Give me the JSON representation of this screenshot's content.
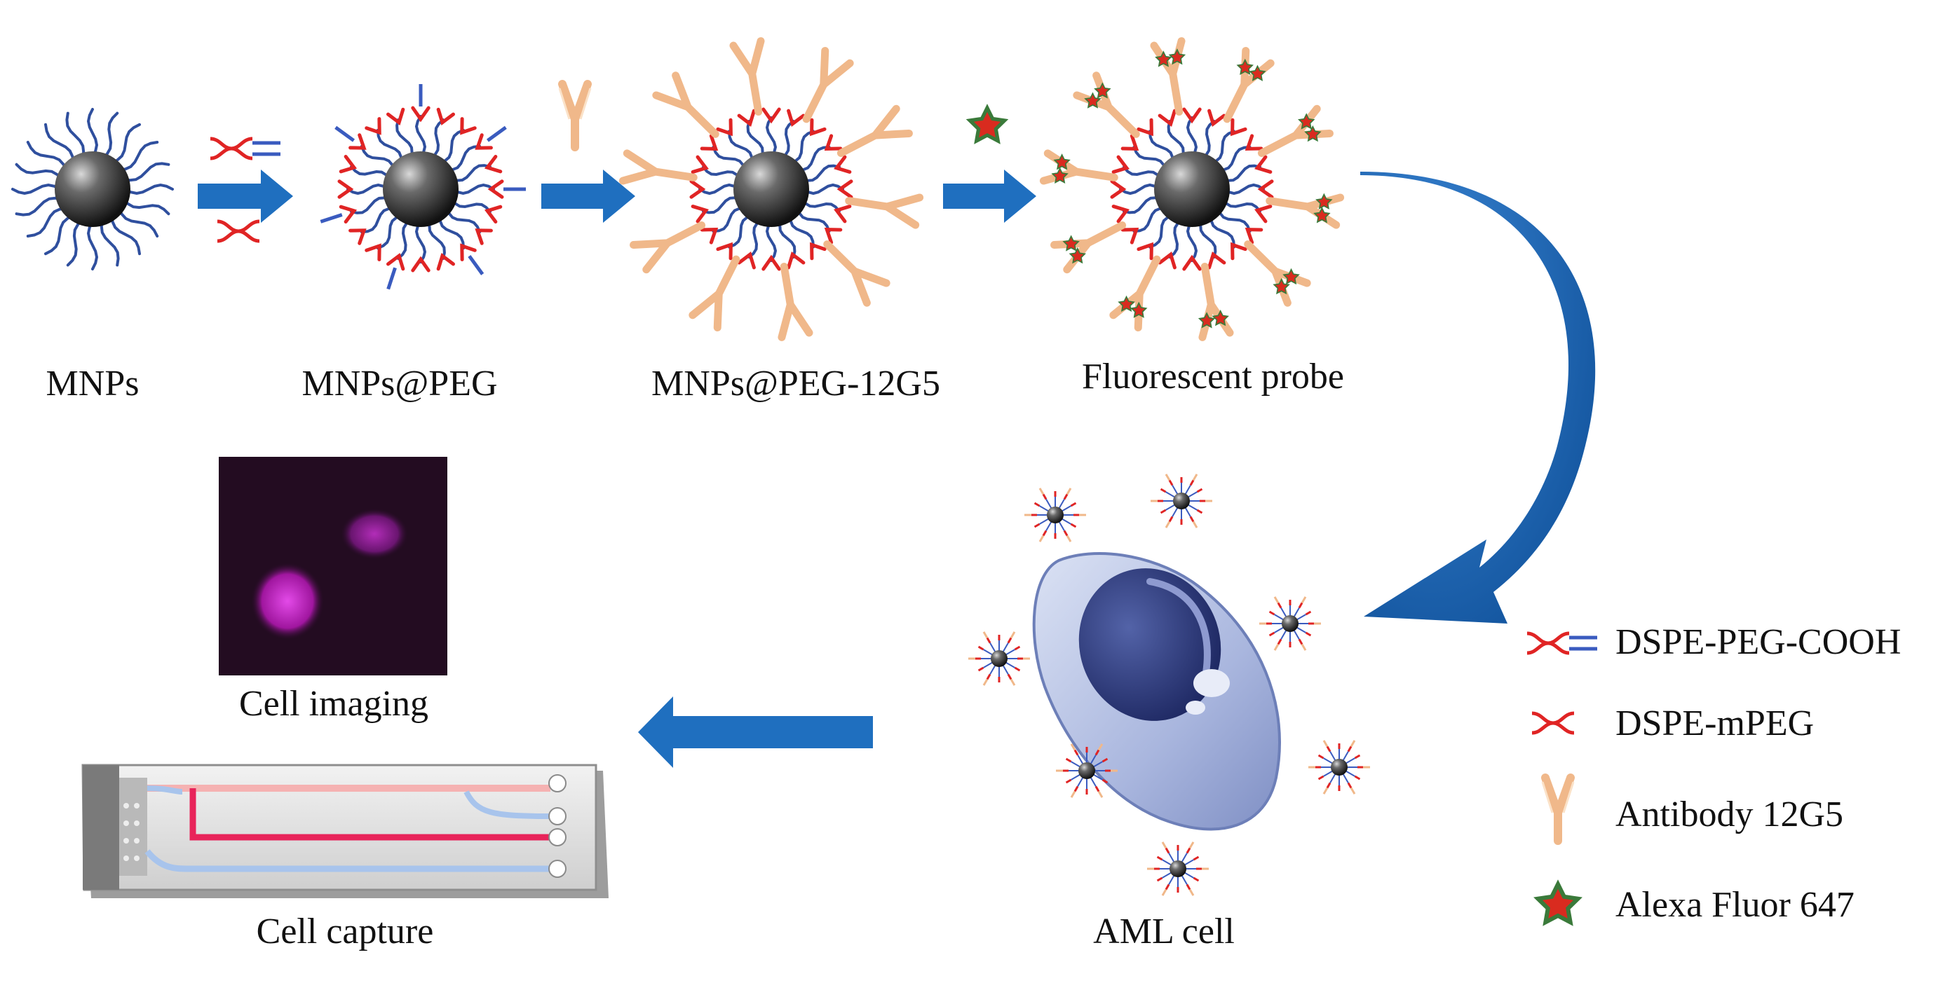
{
  "stage_labels": {
    "mnps": "MNPs",
    "mnps_peg": "MNPs@PEG",
    "mnps_peg_12g5": "MNPs@PEG-12G5",
    "fluorescent_probe": "Fluorescent probe"
  },
  "bottom_labels": {
    "cell_imaging": "Cell imaging",
    "cell_capture": "Cell capture",
    "aml_cell": "AML cell"
  },
  "legend": {
    "items": [
      {
        "label": "DSPE-PEG-COOH",
        "icon": "dspe-peg-cooh-icon"
      },
      {
        "label": "DSPE-mPEG",
        "icon": "dspe-mpeg-icon"
      },
      {
        "label": "Antibody 12G5",
        "icon": "antibody-icon"
      },
      {
        "label": "Alexa Fluor 647",
        "icon": "star-icon"
      }
    ]
  },
  "colors": {
    "arrow_blue": "#1f6fbf",
    "lipid_red": "#e02424",
    "peg_blue": "#3a5bbf",
    "antibody_orange": "#f3c08e",
    "star_red": "#e0281e",
    "star_green": "#3a7a3a",
    "particle_dark": "#2b2b2b",
    "cell_body": "#b4c0e2",
    "nucleus": "#2e3a78",
    "fluorescence_magenta": "#c020c8",
    "chip_pink": "#e8245a",
    "chip_lightblue": "#a8c4ec"
  }
}
